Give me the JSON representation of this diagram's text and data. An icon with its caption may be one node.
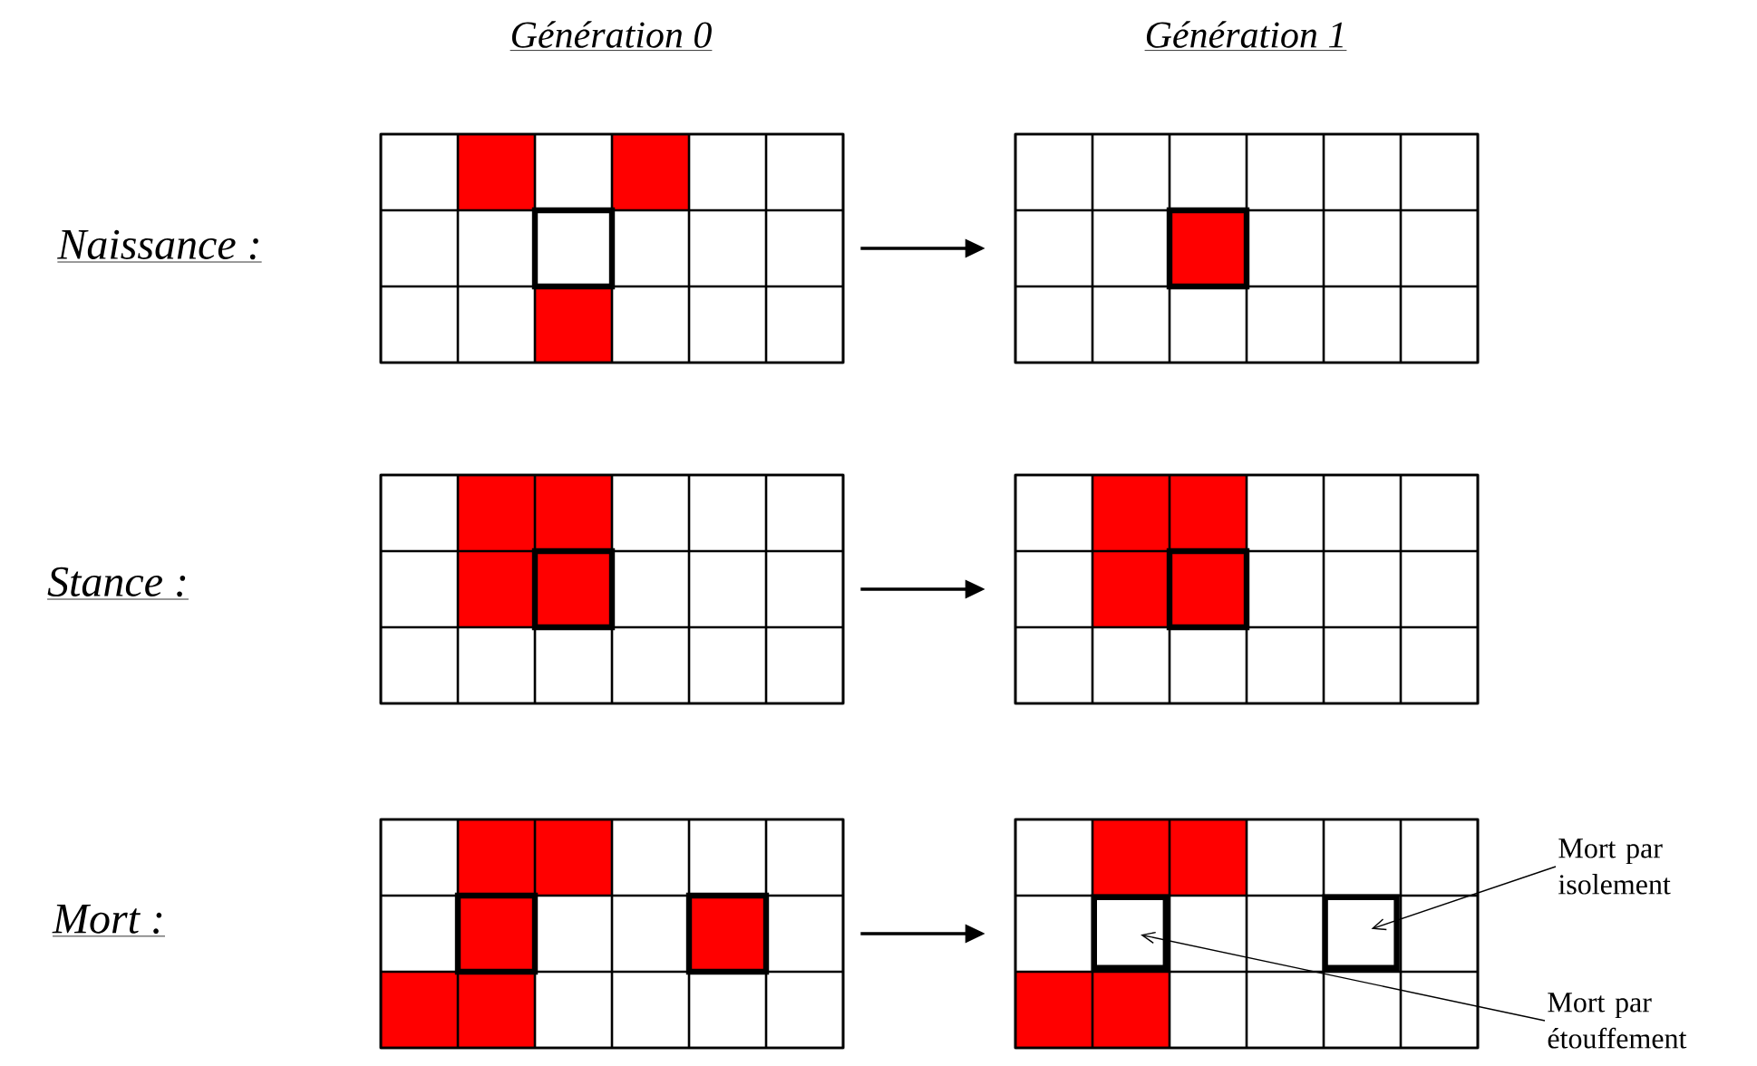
{
  "diagram": {
    "nodes": [
      {
        "text": [],
        "shape": "grid"
      },
      {
        "text": [],
        "shape": "grid"
      },
      {
        "text": [],
        "shape": "grid"
      },
      {
        "text": [],
        "shape": "grid"
      },
      {
        "text": [],
        "shape": "grid"
      },
      {
        "text": [],
        "shape": "grid"
      },
      {
        "text": [],
        "shape": "box",
        "in": 5
      },
      {
        "text": [],
        "shape": "box",
        "in": 5
      },
      {
        "text": [
          "Mort par isolement"
        ]
      },
      {
        "text": [
          "Mort par étouffement"
        ]
      }
    ],
    "edges": [
      {
        "from": 0,
        "to": 1,
        "arrow": "to"
      },
      {
        "from": 2,
        "to": 3,
        "arrow": "to"
      },
      {
        "from": 4,
        "to": 5,
        "arrow": "to"
      },
      {
        "from": 8,
        "to": 7,
        "arrow": "to"
      },
      {
        "from": 9,
        "to": 6,
        "arrow": "to"
      }
    ],
    "labels": [
      "Génération 0",
      "Génération 1",
      "Naissance :",
      "Stance :",
      "Mort :"
    ]
  }
}
